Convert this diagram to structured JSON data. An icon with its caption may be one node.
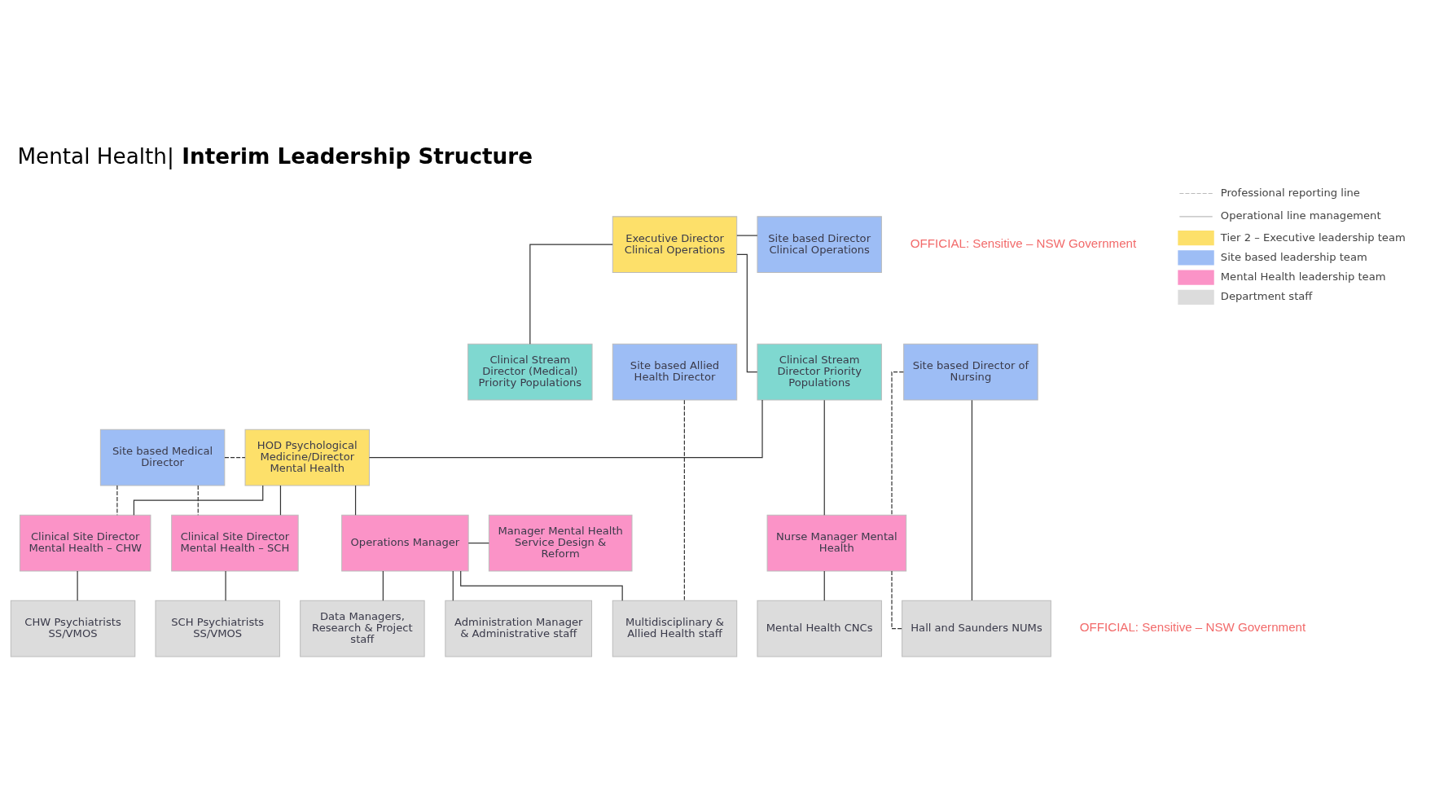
{
  "diagram": {
    "title": "Mental Health| **Interim Leadership Structure**",
    "nodes": [
      {
        "text": [
          "Executive Director Clinical Operations"
        ]
      },
      {
        "text": [
          "Site based Director Clinical Operations"
        ]
      },
      {
        "text": [
          "Clinical Stream Director (Medical) Priority Populations"
        ]
      },
      {
        "text": [
          "Clinical Stream Director Priority Populations"
        ]
      },
      {
        "text": [
          "Site based Director of Nursing"
        ]
      },
      {
        "text": [
          "Site based Allied Health Director"
        ]
      },
      {
        "text": [
          "Site based Medical Director"
        ]
      },
      {
        "text": [
          "HOD Psychological Medicine/Director Mental Health"
        ]
      },
      {
        "text": [
          "Clinical Site Director Mental Health – SCH"
        ]
      },
      {
        "text": [
          "Clinical Site Director Mental Health – CHW"
        ]
      },
      {
        "text": [
          "Operations Manager"
        ]
      },
      {
        "text": [
          "Manager Mental Health Service Design & Reform"
        ]
      },
      {
        "text": [
          "Nurse Manager Mental Health"
        ]
      },
      {
        "text": [
          "Mental Health CNCs"
        ]
      },
      {
        "text": [
          "Hall and Saunders NUMs"
        ]
      },
      {
        "text": [
          "SCH Psychiatrists SS/VMOS"
        ]
      },
      {
        "text": [
          "CHW Psychiatrists SS/VMOS"
        ]
      },
      {
        "text": [
          "Administration Manager & Administrative staff"
        ]
      },
      {
        "text": [
          "Data Managers, Research & Project staff"
        ]
      },
      {
        "text": [
          "Multidisciplinary & Allied Health staff"
        ]
      }
    ],
    "edges": [
      {
        "from": 0,
        "to": 1,
        "arrow": "none"
      },
      {
        "from": 0,
        "to": 2,
        "arrow": "none"
      },
      {
        "from": 0,
        "to": 3,
        "arrow": "none"
      },
      {
        "from": 3,
        "to": 7,
        "arrow": "none"
      },
      {
        "from": 3,
        "to": 12,
        "arrow": "none"
      },
      {
        "from": 6,
        "to": 7,
        "arrow": "none",
        "style": "dashed"
      },
      {
        "from": 6,
        "to": 8,
        "arrow": "none",
        "style": "dashed"
      },
      {
        "from": 6,
        "to": 9,
        "arrow": "none",
        "style": "dashed"
      },
      {
        "from": 7,
        "to": 8,
        "arrow": "none"
      },
      {
        "from": 7,
        "to": 9,
        "arrow": "none"
      },
      {
        "from": 7,
        "to": 10,
        "arrow": "none"
      },
      {
        "from": 10,
        "to": 11,
        "arrow": "none"
      },
      {
        "from": 4,
        "to": 12,
        "arrow": "none",
        "style": "dashed"
      },
      {
        "from": 4,
        "to": 14,
        "arrow": "none"
      },
      {
        "from": 12,
        "to": 13,
        "arrow": "none"
      },
      {
        "from": 12,
        "to": 14,
        "arrow": "none",
        "style": "dashed"
      },
      {
        "from": 5,
        "to": 19,
        "arrow": "none",
        "style": "dashed"
      },
      {
        "from": 8,
        "to": 15,
        "arrow": "none"
      },
      {
        "from": 9,
        "to": 16,
        "arrow": "none"
      },
      {
        "from": 10,
        "to": 17,
        "arrow": "none"
      },
      {
        "from": 10,
        "to": 18,
        "arrow": "none"
      },
      {
        "from": 10,
        "to": 19,
        "arrow": "none"
      }
    ],
    "labels": [
      "OFFICIAL: Sensitive – NSW Government",
      "OFFICIAL: Sensitive – NSW Government"
    ],
    "legend": [
      {
        "text": "Professional reporting line"
      },
      {
        "text": "Operational line management"
      },
      {
        "text": "Tier 2 – Executive leadership team",
        "color": "#fde06a"
      },
      {
        "text": "Site based leadership team",
        "color": "#9dbdf5"
      },
      {
        "text": "Mental Health leadership team",
        "color": "#fb93c7"
      },
      {
        "text": "Department staff",
        "color": "#dcdcdc"
      }
    ]
  }
}
